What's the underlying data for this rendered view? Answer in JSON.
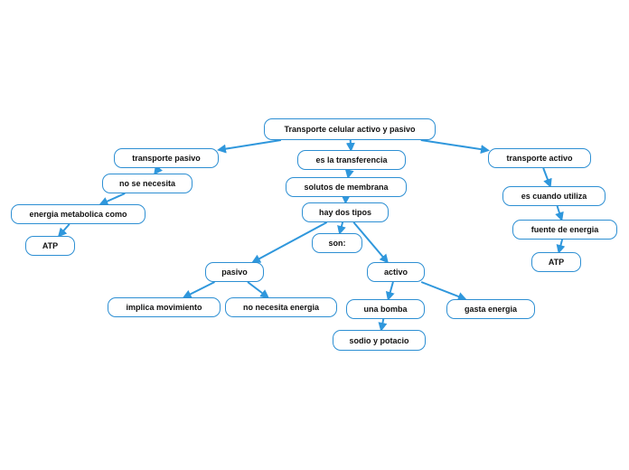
{
  "map": {
    "nodes": {
      "root": "Transporte celular activo y pasivo",
      "transporte_pasivo": "transporte pasivo",
      "es_la_transferencia": "es la transferencia",
      "transporte_activo": "transporte activo",
      "no_se_necesita": "no se necesita",
      "solutos_de_membrana": "solutos de membrana",
      "es_cuando_utiliza": "es cuando utiliza",
      "energia_metabolica_como": "energia metabolica como",
      "hay_dos_tipos": "hay dos tipos",
      "fuente_de_energia": "fuente de energia",
      "atp_left": "ATP",
      "son": "son:",
      "atp_right": "ATP",
      "pasivo": "pasivo",
      "activo": "activo",
      "implica_movimiento": "implica movimiento",
      "no_necesita_energia": "no necesita energia",
      "una_bomba": "una bomba",
      "gasta_energia": "gasta energia",
      "sodio_y_potacio": "sodio y potacio"
    },
    "links": [
      [
        "root",
        "transporte_pasivo"
      ],
      [
        "root",
        "es_la_transferencia"
      ],
      [
        "root",
        "transporte_activo"
      ],
      [
        "transporte_pasivo",
        "no_se_necesita"
      ],
      [
        "no_se_necesita",
        "energia_metabolica_como"
      ],
      [
        "energia_metabolica_como",
        "atp_left"
      ],
      [
        "es_la_transferencia",
        "solutos_de_membrana"
      ],
      [
        "solutos_de_membrana",
        "hay_dos_tipos"
      ],
      [
        "hay_dos_tipos",
        "son"
      ],
      [
        "hay_dos_tipos",
        "pasivo"
      ],
      [
        "hay_dos_tipos",
        "activo"
      ],
      [
        "pasivo",
        "implica_movimiento"
      ],
      [
        "pasivo",
        "no_necesita_energia"
      ],
      [
        "activo",
        "una_bomba"
      ],
      [
        "activo",
        "gasta_energia"
      ],
      [
        "una_bomba",
        "sodio_y_potacio"
      ],
      [
        "transporte_activo",
        "es_cuando_utiliza"
      ],
      [
        "es_cuando_utiliza",
        "fuente_de_energia"
      ],
      [
        "fuente_de_energia",
        "atp_right"
      ]
    ]
  }
}
